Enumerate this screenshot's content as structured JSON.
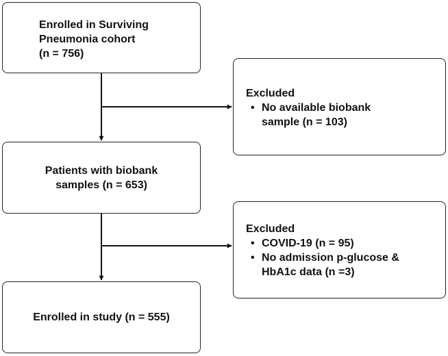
{
  "boxes": {
    "enrolled": {
      "lines": [
        "Enrolled in Surviving",
        "Pneumonia cohort",
        "(n = 756)"
      ]
    },
    "biobank": {
      "lines": [
        "Patients with biobank",
        "samples (n = 653)"
      ]
    },
    "study": {
      "lines": [
        "Enrolled in study (n = 555)"
      ]
    },
    "excluded_1": {
      "title": "Excluded",
      "items": [
        [
          "No available biobank",
          "sample (n = 103)"
        ]
      ]
    },
    "excluded_2": {
      "title": "Excluded",
      "items": [
        [
          "COVID-19 (n = 95)"
        ],
        [
          "No admission p-glucose &",
          "HbA1c data (n =3)"
        ]
      ]
    }
  },
  "bullet_glyph": "•",
  "colors": {
    "border": "#222222",
    "text": "#111111",
    "arrow": "#111111"
  }
}
